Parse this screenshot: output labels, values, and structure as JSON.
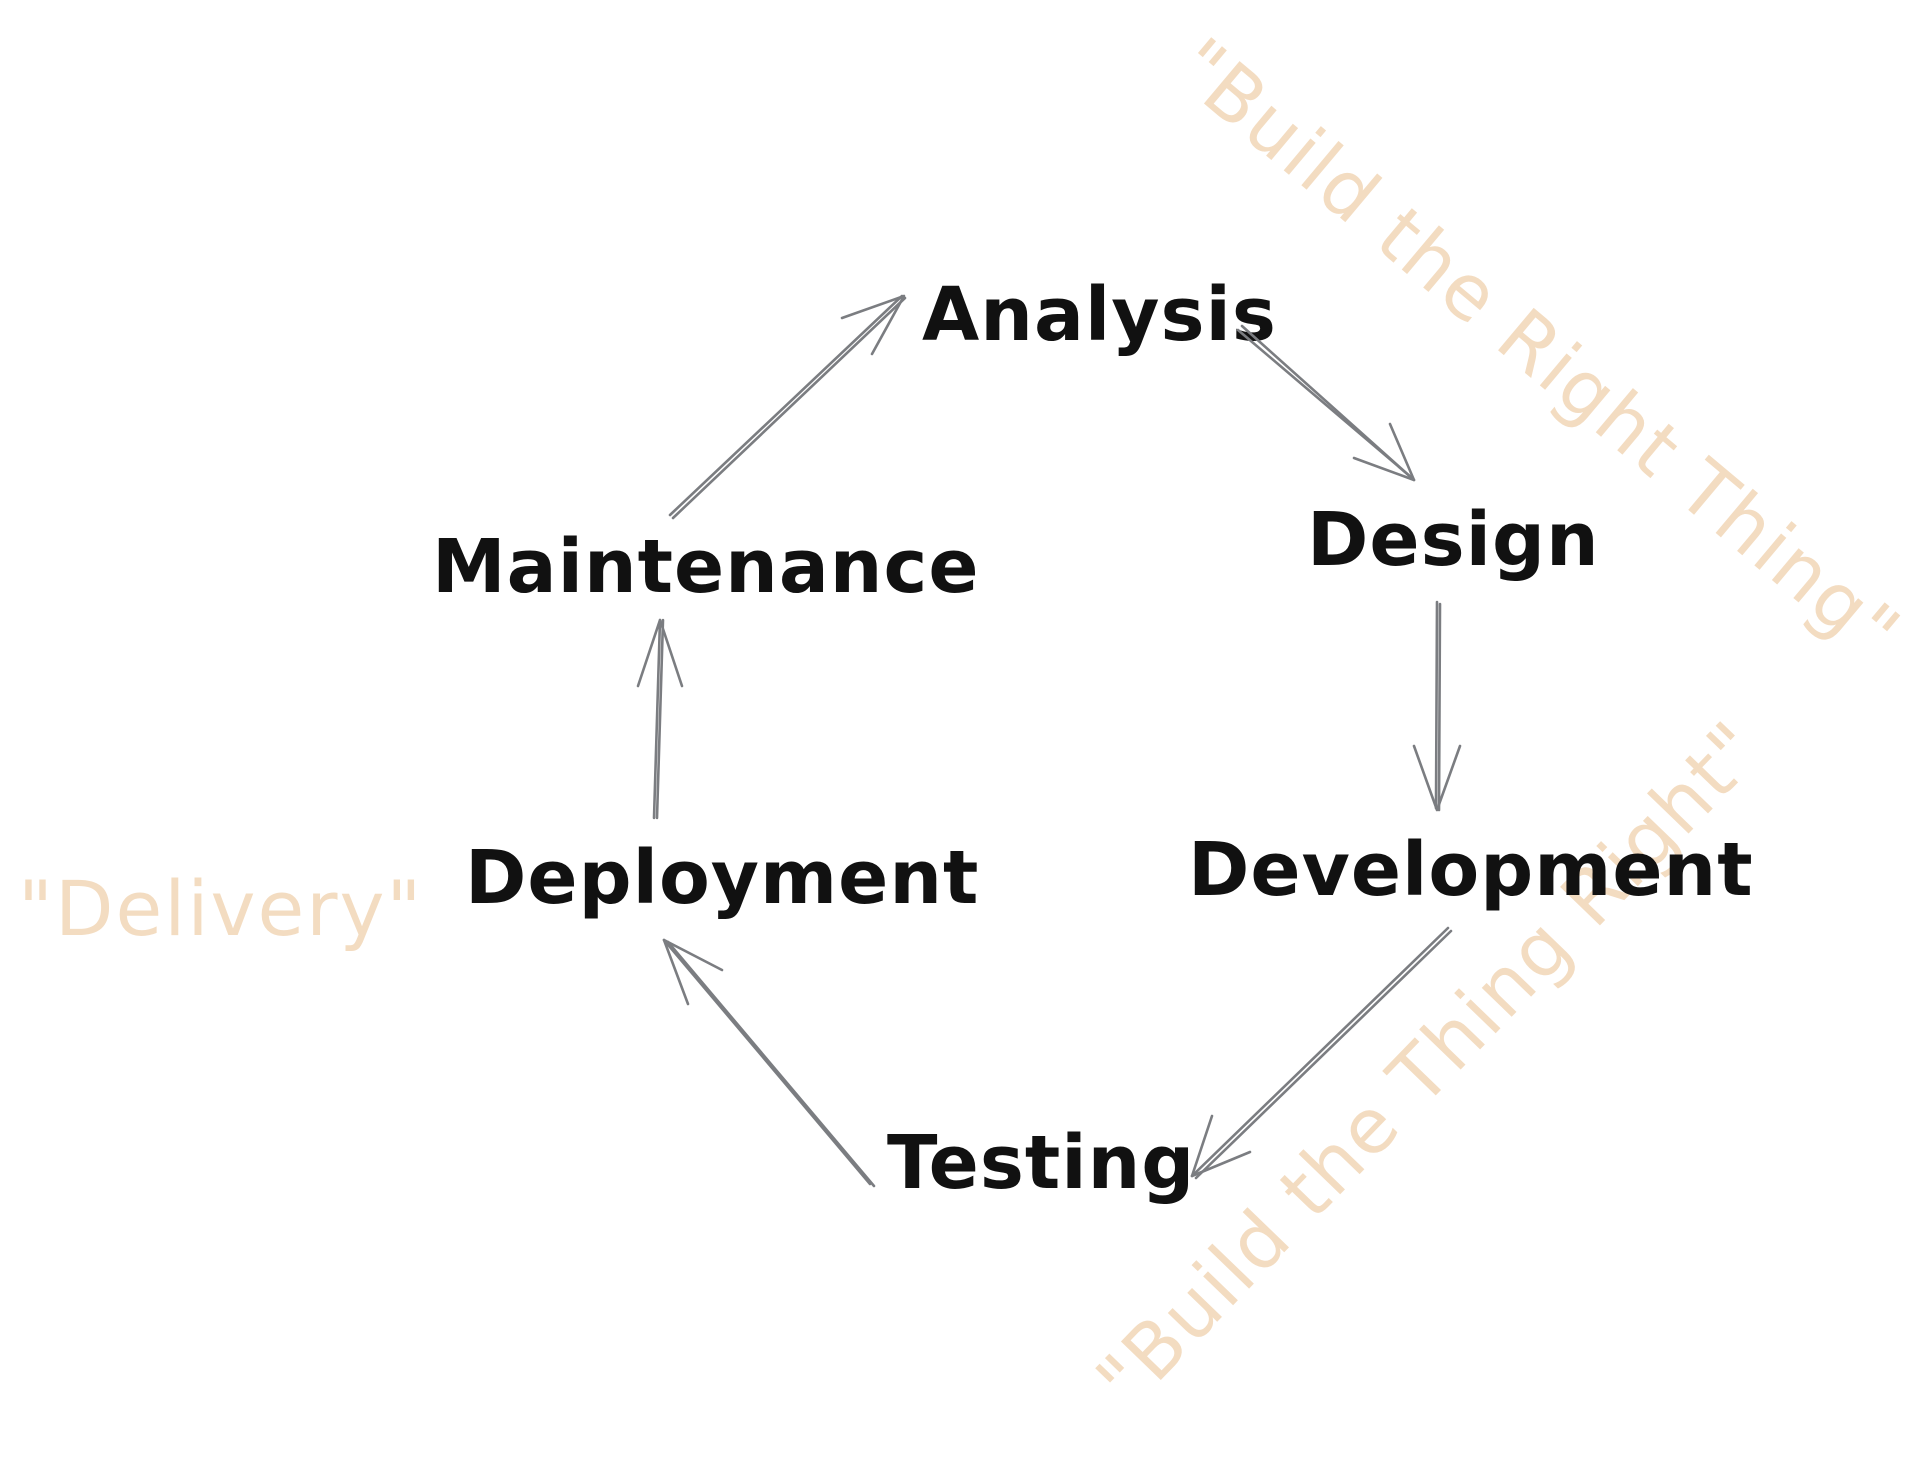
{
  "stages": {
    "analysis": "Analysis",
    "design": "Design",
    "development": "Development",
    "testing": "Testing",
    "deployment": "Deployment",
    "maintenance": "Maintenance"
  },
  "annotations": {
    "build_the_right_thing": "\"Build the Right Thing\"",
    "build_the_thing_right": "\"Build the Thing Right\"",
    "delivery": "\"Delivery\""
  },
  "colors": {
    "stage_text": "#111111",
    "arrow": "#7b7d81",
    "annotation_text": "#f3dcc1",
    "background": "#ffffff"
  }
}
